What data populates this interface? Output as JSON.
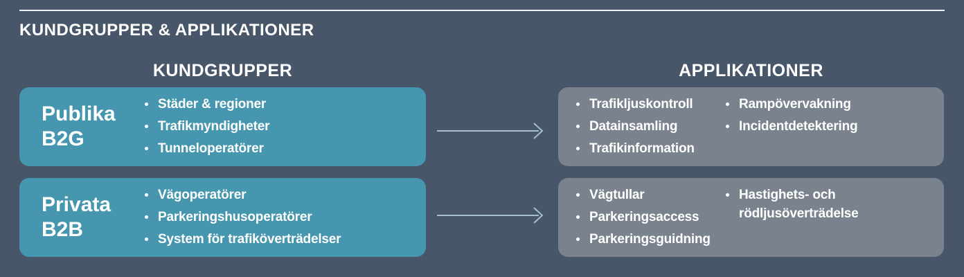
{
  "colors": {
    "background": "#475669",
    "box-teal": "#4596ae",
    "box-gray": "#7a838d",
    "arrow": "#a5bfcf",
    "rule": "#edf1f3",
    "text": "#ffffff"
  },
  "page": {
    "title": "KUNDGRUPPER & APPLIKATIONER"
  },
  "columns": {
    "left_header": "KUNDGRUPPER",
    "right_header": "APPLIKATIONER"
  },
  "groups": [
    {
      "title_line1": "Publika",
      "title_line2": "B2G",
      "items": [
        "Städer & regioner",
        "Trafikmyndigheter",
        "Tunneloperatörer"
      ]
    },
    {
      "title_line1": "Privata",
      "title_line2": "B2B",
      "items": [
        "Vägoperatörer",
        "Parkeringshusoperatörer",
        "System för trafiköverträdelser"
      ]
    }
  ],
  "applications": [
    {
      "col1": [
        "Trafikljuskontroll",
        "Datainsamling",
        "Trafikinformation"
      ],
      "col2": [
        "Rampövervakning",
        "Incidentdetektering"
      ]
    },
    {
      "col1": [
        "Vägtullar",
        "Parkeringsaccess",
        "Parkeringsguidning"
      ],
      "col2": [
        "Hastighets- och rödljusöverträdelse"
      ]
    }
  ]
}
